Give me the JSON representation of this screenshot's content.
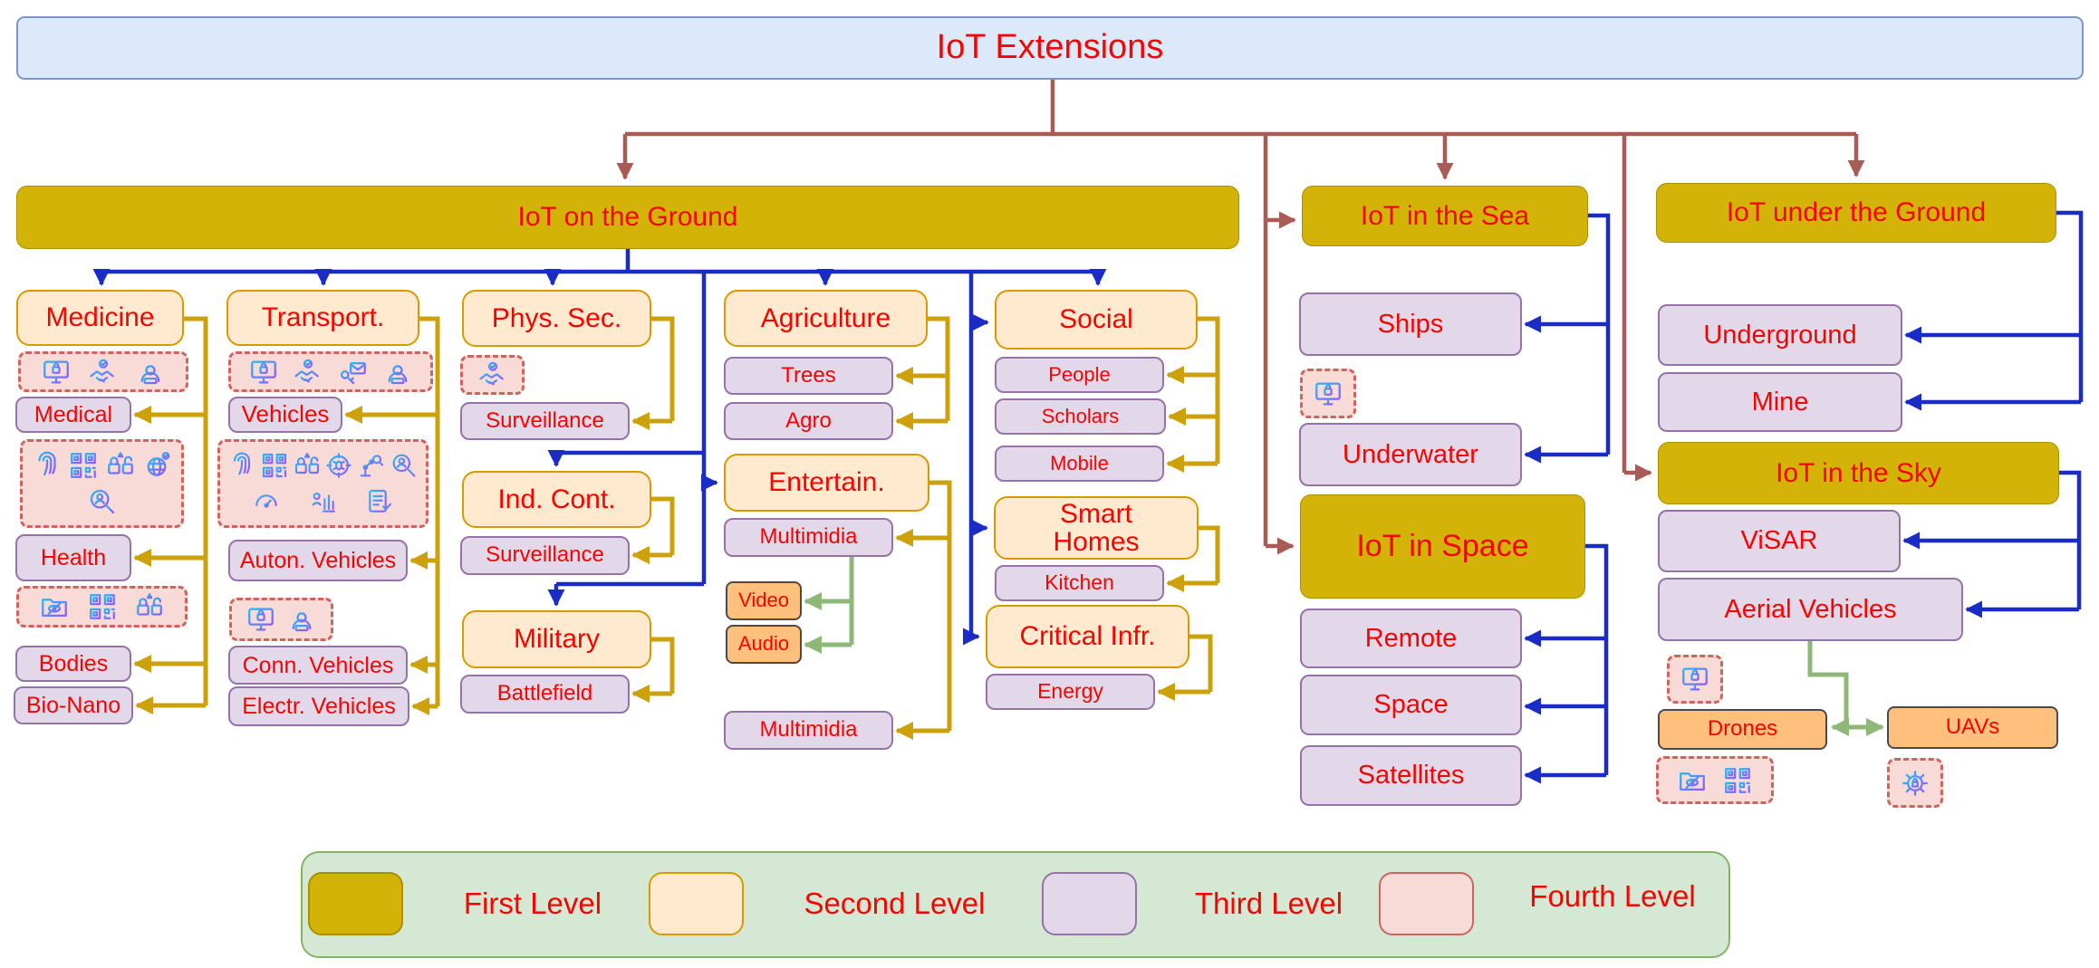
{
  "nodes": {
    "title": "IoT Extensions",
    "ground": "IoT on the Ground",
    "sea": "IoT in the Sea",
    "under_ground": "IoT under the Ground",
    "space_root": "IoT in Space",
    "sky": "IoT in the Sky",
    "medicine": "Medicine",
    "medical": "Medical",
    "health": "Health",
    "bodies": "Bodies",
    "bio_nano": "Bio-Nano",
    "transport": "Transport.",
    "vehicles": "Vehicles",
    "auton_vehicles": "Auton. Vehicles",
    "conn_vehicles": "Conn. Vehicles",
    "electr_vehicles": "Electr. Vehicles",
    "phys_sec": "Phys. Sec.",
    "surveillance_phys": "Surveillance",
    "ind_cont": "Ind. Cont.",
    "surveillance_ind": "Surveillance",
    "military": "Military",
    "battlefield": "Battlefield",
    "agriculture": "Agriculture",
    "trees": "Trees",
    "agro": "Agro",
    "entertain": "Entertain.",
    "multimidia_top": "Multimidia",
    "video": "Video",
    "audio": "Audio",
    "multimidia_bottom": "Multimidia",
    "social": "Social",
    "people": "People",
    "scholars": "Scholars",
    "mobile": "Mobile",
    "smart_homes": "Smart Homes",
    "kitchen": "Kitchen",
    "critical_infr": "Critical Infr.",
    "energy": "Energy",
    "ships": "Ships",
    "underwater": "Underwater",
    "remote": "Remote",
    "space": "Space",
    "satellites": "Satellites",
    "underground": "Underground",
    "mine": "Mine",
    "visar": "ViSAR",
    "aerial_vehicles": "Aerial Vehicles",
    "drones": "Drones",
    "uavs": "UAVs"
  },
  "icons": {
    "medicine_top": [
      "lock-computer",
      "handshake-check",
      "hacker"
    ],
    "medicine_main": [
      "fingerprint",
      "qr-code",
      "padlocks-warning",
      "secure-globe",
      "magnifier-user"
    ],
    "health": [
      "folder-privacy",
      "qr-code",
      "padlocks-warning"
    ],
    "transport_top": [
      "lock-computer",
      "handshake-check",
      "key-mail",
      "hacker"
    ],
    "transport_main": [
      "fingerprint",
      "qr-code",
      "padlocks-warning",
      "bug-target",
      "robot-arm",
      "magnifier-user",
      "dashboard",
      "analyst-chart",
      "checklist"
    ],
    "transport_conn": [
      "lock-computer",
      "hacker"
    ],
    "phys_sec": [
      "handshake-check"
    ],
    "sea": [
      "lock-computer"
    ],
    "sky": [
      "lock-computer"
    ],
    "drones": [
      "folder-privacy",
      "qr-code"
    ],
    "uavs": [
      "circuit-lock"
    ]
  },
  "legend": {
    "items": [
      {
        "label": "First Level",
        "swatch": "gold"
      },
      {
        "label": "Second Level",
        "swatch": "peach"
      },
      {
        "label": "Third Level",
        "swatch": "purple"
      },
      {
        "label": "Fourth Level",
        "swatch": "pink"
      }
    ]
  },
  "colors": {
    "red_text": "#f50400",
    "gold": "#d3b307",
    "gold_border": "#a99000",
    "peach": "#ffe9cf",
    "peach_border": "#d79b00",
    "purple": "#e2d8ea",
    "purple_border": "#9673a6",
    "pink": "#f8dad6",
    "pink_border": "#cb655e",
    "orange_accent": "#ffbf7d",
    "accent_border": "#4a4a4a",
    "title_fill": "#dbe9fb",
    "title_border": "#7b96c9",
    "legend_fill": "#d5e8d4",
    "legend_border": "#82b366",
    "edge_brown": "#a85c55",
    "edge_blue": "#1b2bc5",
    "edge_gold": "#cda10c",
    "edge_green": "#8fb878"
  }
}
